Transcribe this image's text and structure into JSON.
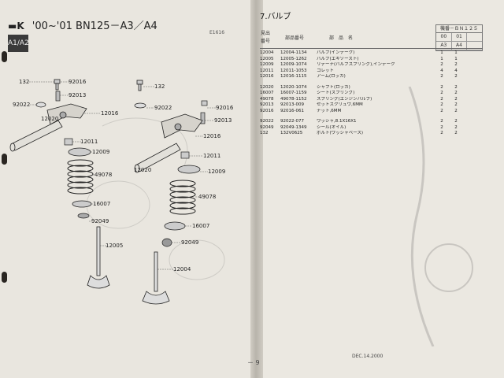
{
  "header": {
    "logo": "▬K",
    "title": "'00~'01 BN125－A3／A4",
    "model_box": "A1/A2"
  },
  "figure_ref": "E1616",
  "callouts": [
    {
      "id": "c1",
      "text": "132"
    },
    {
      "id": "c2",
      "text": "92016"
    },
    {
      "id": "c3",
      "text": "92013"
    },
    {
      "id": "c4",
      "text": "92022"
    },
    {
      "id": "c5",
      "text": "12020"
    },
    {
      "id": "c6",
      "text": "12016"
    },
    {
      "id": "c7",
      "text": "12011"
    },
    {
      "id": "c8",
      "text": "12009"
    },
    {
      "id": "c9",
      "text": "49078"
    },
    {
      "id": "c10",
      "text": "16007"
    },
    {
      "id": "c11",
      "text": "92049"
    },
    {
      "id": "c12",
      "text": "12005"
    },
    {
      "id": "c13",
      "text": "132"
    },
    {
      "id": "c14",
      "text": "92022"
    },
    {
      "id": "c15",
      "text": "92016"
    },
    {
      "id": "c16",
      "text": "92013"
    },
    {
      "id": "c17",
      "text": "12016"
    },
    {
      "id": "c18",
      "text": "12020"
    },
    {
      "id": "c19",
      "text": "12011"
    },
    {
      "id": "c20",
      "text": "12009"
    },
    {
      "id": "c21",
      "text": "49078"
    },
    {
      "id": "c22",
      "text": "16007"
    },
    {
      "id": "c23",
      "text": "92049"
    },
    {
      "id": "c24",
      "text": "12004"
    }
  ],
  "page_number": "－ 9",
  "date": "DEC.14.2000",
  "section_title": "7.バルブ",
  "table_header": {
    "ref_label": "見出",
    "ref_label2": "番号",
    "part_no_label": "部品番号",
    "name_label": "部　品　名",
    "model_label": "機番－ＢＮ１２５",
    "years": [
      "00",
      "01"
    ],
    "variants": [
      "A3",
      "A4"
    ]
  },
  "parts": [
    {
      "group": 1,
      "rows": [
        {
          "ref": "12004",
          "pno": "12004-1134",
          "name": "バルブ(インテーク)",
          "q1": "1",
          "q2": "1"
        },
        {
          "ref": "12005",
          "pno": "12005-1262",
          "name": "バルブ(エキゾースト)",
          "q1": "1",
          "q2": "1"
        },
        {
          "ref": "12009",
          "pno": "12009-1074",
          "name": "リテーナ(バルブスプリング),インテーク",
          "q1": "2",
          "q2": "2"
        },
        {
          "ref": "12011",
          "pno": "12011-1053",
          "name": "コレット",
          "q1": "4",
          "q2": "4"
        },
        {
          "ref": "12016",
          "pno": "12016-1115",
          "name": "アーム(ロッカ)",
          "q1": "2",
          "q2": "2"
        }
      ]
    },
    {
      "group": 2,
      "rows": [
        {
          "ref": "12020",
          "pno": "12020-1074",
          "name": "シャフト(ロッカ)",
          "q1": "2",
          "q2": "2"
        },
        {
          "ref": "16007",
          "pno": "16007-1159",
          "name": "シート(スプリング)",
          "q1": "2",
          "q2": "2"
        },
        {
          "ref": "49078",
          "pno": "49078-1152",
          "name": "スプリング(エンジンバルブ)",
          "q1": "2",
          "q2": "2"
        },
        {
          "ref": "92013",
          "pno": "92013-009",
          "name": "セットスクリュウ,6MM",
          "q1": "2",
          "q2": "2"
        },
        {
          "ref": "92016",
          "pno": "92016-061",
          "name": "ナット,6MM",
          "q1": "2",
          "q2": "2"
        }
      ]
    },
    {
      "group": 3,
      "rows": [
        {
          "ref": "92022",
          "pno": "92022-077",
          "name": "ワッシャ,8.1X16X1",
          "q1": "2",
          "q2": "2"
        },
        {
          "ref": "92049",
          "pno": "92049-1349",
          "name": "シール(オイル)",
          "q1": "2",
          "q2": "2"
        },
        {
          "ref": "132",
          "pno": "132V0625",
          "name": "ボルト(ワッシャベース)",
          "q1": "2",
          "q2": "2"
        }
      ]
    }
  ]
}
